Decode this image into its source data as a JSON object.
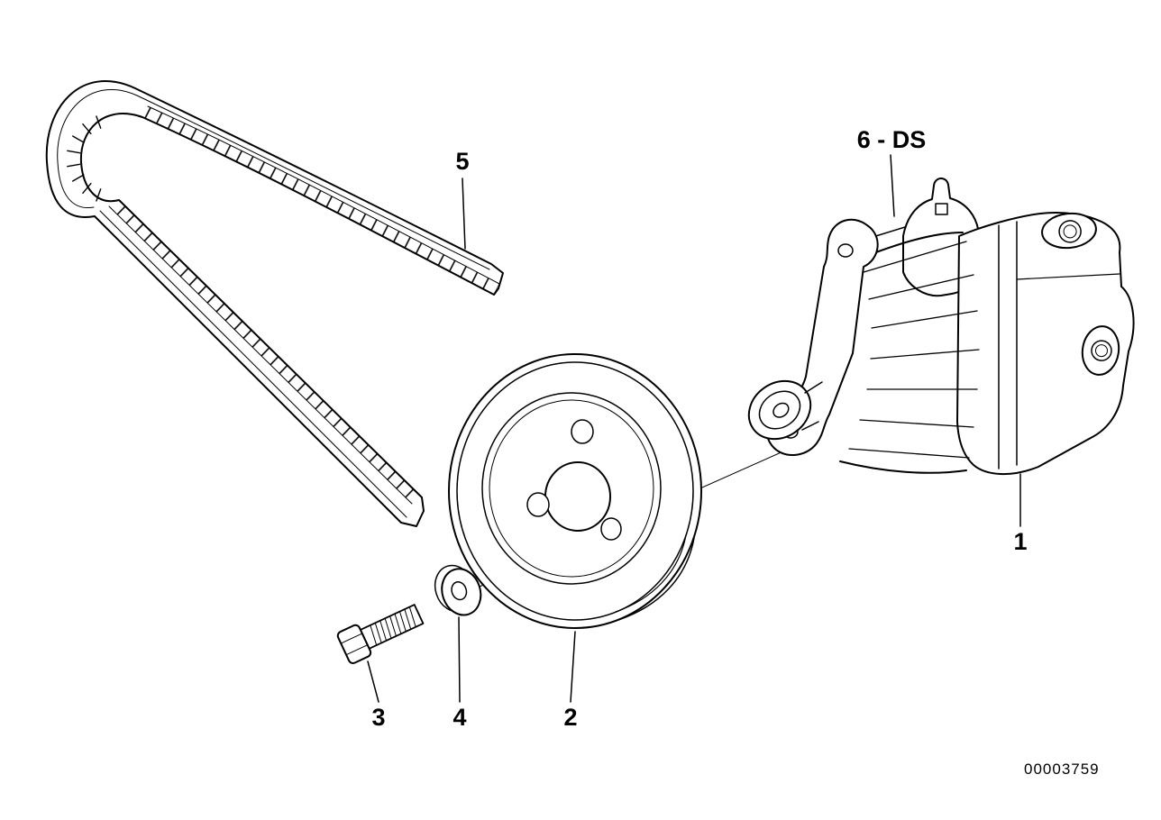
{
  "canvas": {
    "background": "#ffffff",
    "line_color": "#000000"
  },
  "callouts": {
    "pump": "1",
    "pulley": "2",
    "bolt": "3",
    "washer": "4",
    "belt": "5",
    "bracket": "6 - DS"
  },
  "drawing_number": "00003759"
}
